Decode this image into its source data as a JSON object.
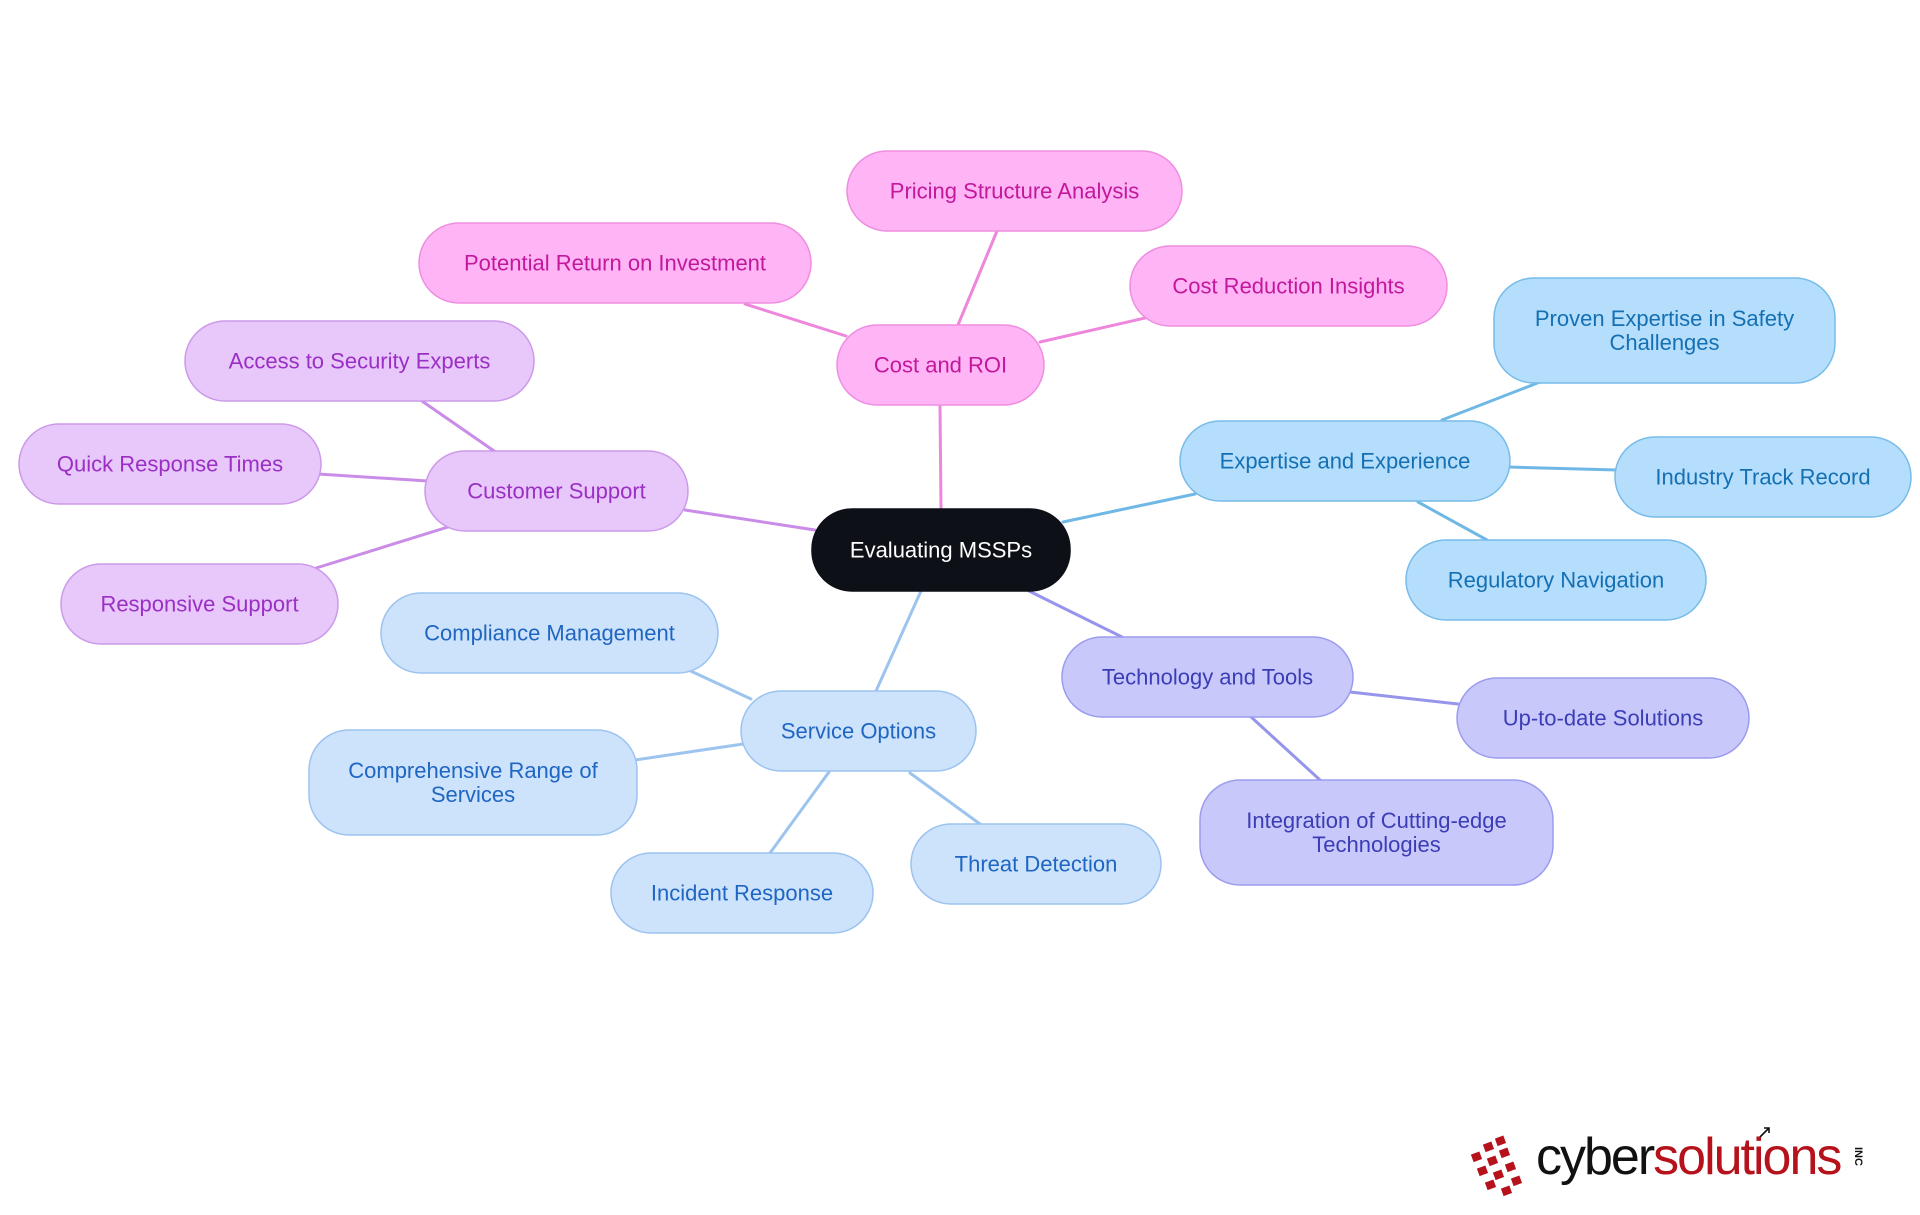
{
  "diagram": {
    "root": {
      "id": "root",
      "label": "Evaluating MSSPs"
    },
    "branches": [
      {
        "id": "cost",
        "label": "Cost and ROI",
        "theme": "pink",
        "children": [
          {
            "id": "pricing",
            "label": "Pricing Structure Analysis"
          },
          {
            "id": "roi",
            "label": "Potential Return on Investment"
          },
          {
            "id": "costred",
            "label": "Cost Reduction Insights"
          }
        ]
      },
      {
        "id": "support",
        "label": "Customer Support",
        "theme": "violet",
        "children": [
          {
            "id": "experts",
            "label": "Access to Security Experts"
          },
          {
            "id": "quick",
            "label": "Quick Response Times"
          },
          {
            "id": "responsive",
            "label": "Responsive Support"
          }
        ]
      },
      {
        "id": "expertise",
        "label": "Expertise and Experience",
        "theme": "sky",
        "children": [
          {
            "id": "proven",
            "label": [
              "Proven Expertise in Safety",
              "Challenges"
            ]
          },
          {
            "id": "track",
            "label": "Industry Track Record"
          },
          {
            "id": "regulatory",
            "label": "Regulatory Navigation"
          }
        ]
      },
      {
        "id": "tech",
        "label": "Technology and Tools",
        "theme": "indigo",
        "children": [
          {
            "id": "uptodate",
            "label": "Up-to-date Solutions"
          },
          {
            "id": "integration",
            "label": [
              "Integration of Cutting-edge",
              "Technologies"
            ]
          }
        ]
      },
      {
        "id": "service",
        "label": "Service Options",
        "theme": "blue",
        "children": [
          {
            "id": "compliance",
            "label": "Compliance Management"
          },
          {
            "id": "range",
            "label": [
              "Comprehensive Range of",
              "Services"
            ]
          },
          {
            "id": "incident",
            "label": "Incident Response"
          },
          {
            "id": "threat",
            "label": "Threat Detection"
          }
        ]
      }
    ]
  },
  "themes": {
    "root": {
      "fill": "#0d1117",
      "stroke": "#0d1117",
      "text": "#ffffff"
    },
    "pink": {
      "fill": "#ffb4f5",
      "stroke": "#ee8ee0",
      "text": "#c2189c",
      "edge": "#ee86dc"
    },
    "violet": {
      "fill": "#e8c7fb",
      "stroke": "#cc9ae9",
      "text": "#9a2fc4",
      "edge": "#c98ce8"
    },
    "sky": {
      "fill": "#b5defc",
      "stroke": "#77bce9",
      "text": "#1570b3",
      "edge": "#6fb8e6"
    },
    "indigo": {
      "fill": "#c8c8fb",
      "stroke": "#9c9cef",
      "text": "#3b3db6",
      "edge": "#9595ec"
    },
    "blue": {
      "fill": "#cde2fb",
      "stroke": "#9cc3ef",
      "text": "#1f66c2",
      "edge": "#9cc4ef"
    }
  },
  "logo": {
    "word_dark": "cyber",
    "word_red": "solutions",
    "suffix": "INC",
    "red": "#b5121b"
  }
}
